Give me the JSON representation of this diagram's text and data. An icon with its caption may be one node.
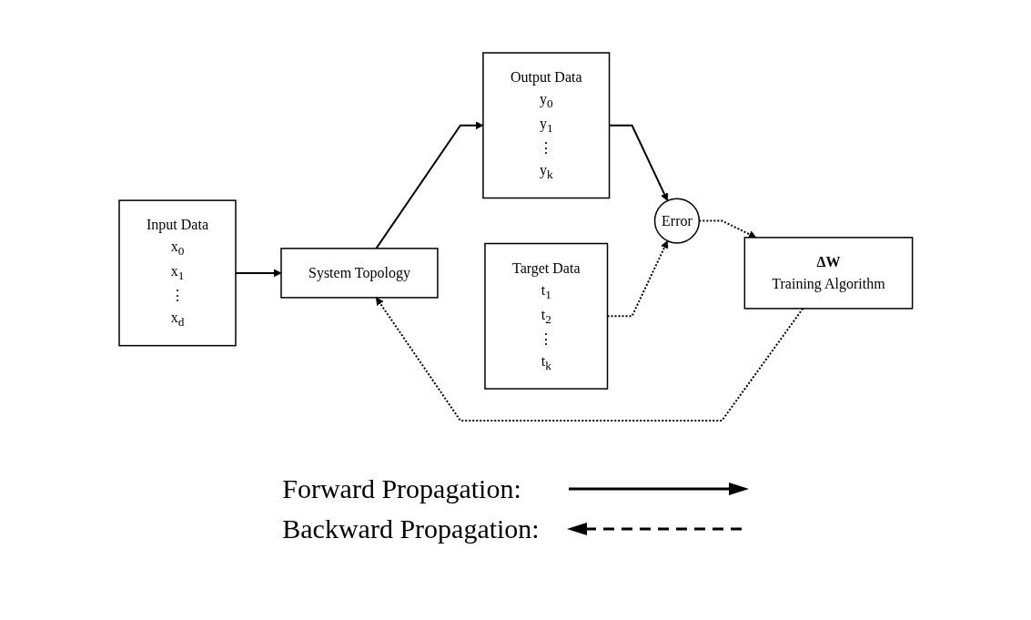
{
  "diagram": {
    "nodes": [
      {
        "text": [
          "Input Data",
          "x$_{0}$",
          "x$_{1}$",
          "⋮",
          "x$_{d}$"
        ]
      },
      {
        "text": [
          "System Topology"
        ]
      },
      {
        "text": [
          "Output Data",
          "y$_{0}$",
          "y$_{1}$",
          "⋮",
          "y$_{k}$"
        ]
      },
      {
        "text": [
          "Error"
        ]
      },
      {
        "text": [
          "Target Data",
          "t$_{1}$",
          "t$_{2}$",
          "⋮",
          "t$_{k}$"
        ]
      },
      {
        "text": [
          "ΔW",
          "Training Algorithm"
        ]
      }
    ],
    "edges": [
      {
        "from": 0,
        "to": 1,
        "arrow": "to"
      },
      {
        "from": 1,
        "to": 2,
        "arrow": "to"
      },
      {
        "from": 2,
        "to": 3,
        "arrow": "to"
      },
      {
        "from": 4,
        "to": 3,
        "arrow": "to",
        "style": "dashed"
      },
      {
        "from": 3,
        "to": 5,
        "arrow": "to",
        "style": "dashed"
      },
      {
        "from": 5,
        "to": 1,
        "arrow": "to",
        "style": "dashed"
      }
    ],
    "legend": [
      {
        "text": "Forward Propagation:"
      },
      {
        "text": "Backward Propagation:"
      }
    ]
  }
}
